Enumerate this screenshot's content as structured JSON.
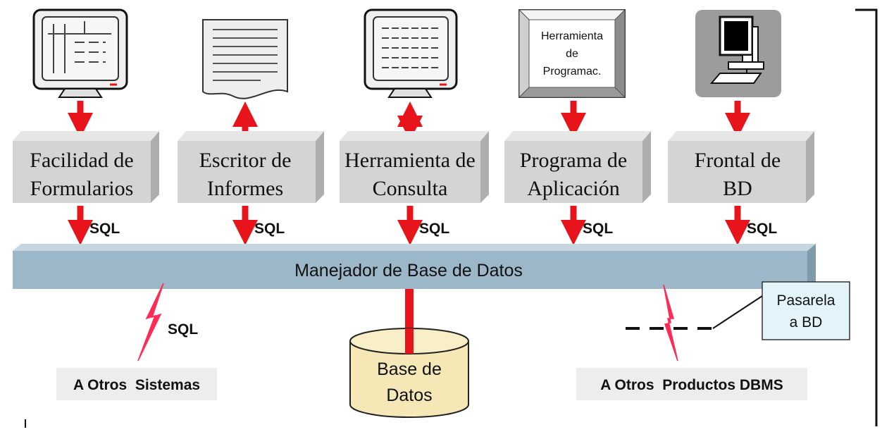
{
  "components": [
    {
      "id": "formularios",
      "line1": "Facilidad de",
      "line2": "Formularios",
      "device": "terminal-form",
      "arrow": "down",
      "protocol": "SQL"
    },
    {
      "id": "informes",
      "line1": "Escritor de",
      "line2": "Informes",
      "device": "document",
      "arrow": "up",
      "protocol": "SQL"
    },
    {
      "id": "consulta",
      "line1": "Herramienta de",
      "line2": "Consulta",
      "device": "terminal-list",
      "arrow": "both",
      "protocol": "SQL"
    },
    {
      "id": "aplicacion",
      "line1": "Programa de",
      "line2": "Aplicación",
      "device": "programming-tool",
      "arrow": "down",
      "protocol": "SQL"
    },
    {
      "id": "frontal",
      "line1": "Frontal de",
      "line2": "BD",
      "device": "computer",
      "arrow": "down",
      "protocol": "SQL"
    }
  ],
  "programming_tool_lines": [
    "Herramienta",
    "de",
    "Programac."
  ],
  "dbms_label": "Manejador de Base de Datos",
  "database_line1": "Base de",
  "database_line2": "Datos",
  "left_protocol": "SQL",
  "left_target": "A Otros  Sistemas",
  "right_target": "A Otros  Productos DBMS",
  "gateway_line1": "Pasarela",
  "gateway_line2": "a BD",
  "colors": {
    "arrow": "#e8141b",
    "box_front": "#d4d4d4",
    "box_side": "#aeaeae",
    "bar_front": "#9bb7c8",
    "bar_top": "#c5d6e0",
    "database_fill": "#f6e7b7",
    "gateway_fill": "#e4f4fb",
    "label_bg": "#ededed",
    "lightning": "#ff2a55"
  }
}
